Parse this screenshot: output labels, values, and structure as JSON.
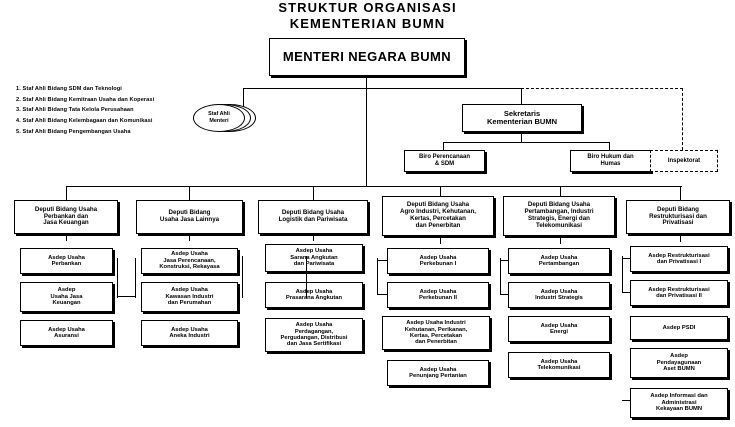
{
  "title": {
    "line1": "STRUKTUR ORGANISASI",
    "line2": "KEMENTERIAN  BUMN"
  },
  "minister_box": {
    "label": "MENTERI NEGARA BUMN"
  },
  "staff_experts": {
    "oval_label": "Staf Ahli\nMenteri",
    "items": [
      "1.  Staf Ahli Bidang  SDM dan Teknologi",
      "2.  Staf Ahli Bidang Kemitraan Usaha dan Koperasi",
      "3.  Staf Ahli Bidang Tata Kelola Perusahaan",
      "4.  Staf Ahli Bidang Kelembagaan dan Komunikasi",
      "5.  Staf Ahli Bidang Pengembangan Usaha"
    ]
  },
  "secretariat": {
    "label": "Sekretaris\nKementerian BUMN",
    "bureaus": [
      {
        "label": "Biro Perencanaan\n& SDM"
      },
      {
        "label": "Biro Hukum dan\nHumas"
      }
    ],
    "inspectorate": {
      "label": "Inspektorat"
    }
  },
  "deputies": [
    {
      "label": "Deputi Bidang Usaha\nPerbankan dan\nJasa Keuangan",
      "units": [
        "Asdep  Usaha\nPerbankan",
        "Asdep\nUsaha Jasa\nKeuangan",
        "Asdep  Usaha\nAsuransi"
      ]
    },
    {
      "label": "Deputi Bidang\nUsaha Jasa Lainnya",
      "units": [
        "Asdep Usaha\nJasa Perencanaan,\nKonstruksi, Rekayasa",
        "Asdep Usaha\nKawasan Industri\ndan Perumahan",
        "Asdep Usaha\nAneka Industri"
      ]
    },
    {
      "label": "Deputi Bidang Usaha\nLogistik dan Pariwisata",
      "units": [
        "Asdep  Usaha\nSarana Angkutan\ndan Pariwisata",
        "Asdep  Usaha\nPrasarana Angkutan",
        "Asdep  Usaha\nPerdagangan,\nPergudangan, Distribusi\ndan Jasa Sertifikasi"
      ]
    },
    {
      "label": "Deputi  Bidang Usaha\nAgro Industri, Kehutanan,\nKertas, Percetakan\ndan Penerbitan",
      "units": [
        "Asdep Usaha\nPerkebunan I",
        "Asdep Usaha\nPerkebunan II",
        "Asdep Usaha Industri\nKehutanan, Perikanan,\nKertas, Percetakan\ndan Penerbitan",
        "Asdep Usaha\nPenunjang Pertanian"
      ]
    },
    {
      "label": "Deputi Bidang Usaha\nPertambangan, Industri\nStrategis, Energi dan\nTelekomunikasi",
      "units": [
        "Asdep Usaha\nPertambangan",
        "Asdep Usaha\nIndustri Strategis",
        "Asdep Usaha\nEnergi",
        "Asdep Usaha\nTelekomunikasi"
      ]
    },
    {
      "label": "Deputi Bidang\nRestrukturisasi dan\nPrivatisasi",
      "units": [
        "Asdep Restrukturisasi\ndan Privatisasi I",
        "Asdep Restrukturisasi\ndan Privatisasi II",
        "Asdep PSDI",
        "Asdep\nPendayagunaan\nAset BUMN",
        "Asdep Informasi dan\nAdministrasi\nKekayaan BUMN"
      ]
    }
  ],
  "colors": {
    "stroke": "#000000",
    "background": "#ffffff"
  }
}
